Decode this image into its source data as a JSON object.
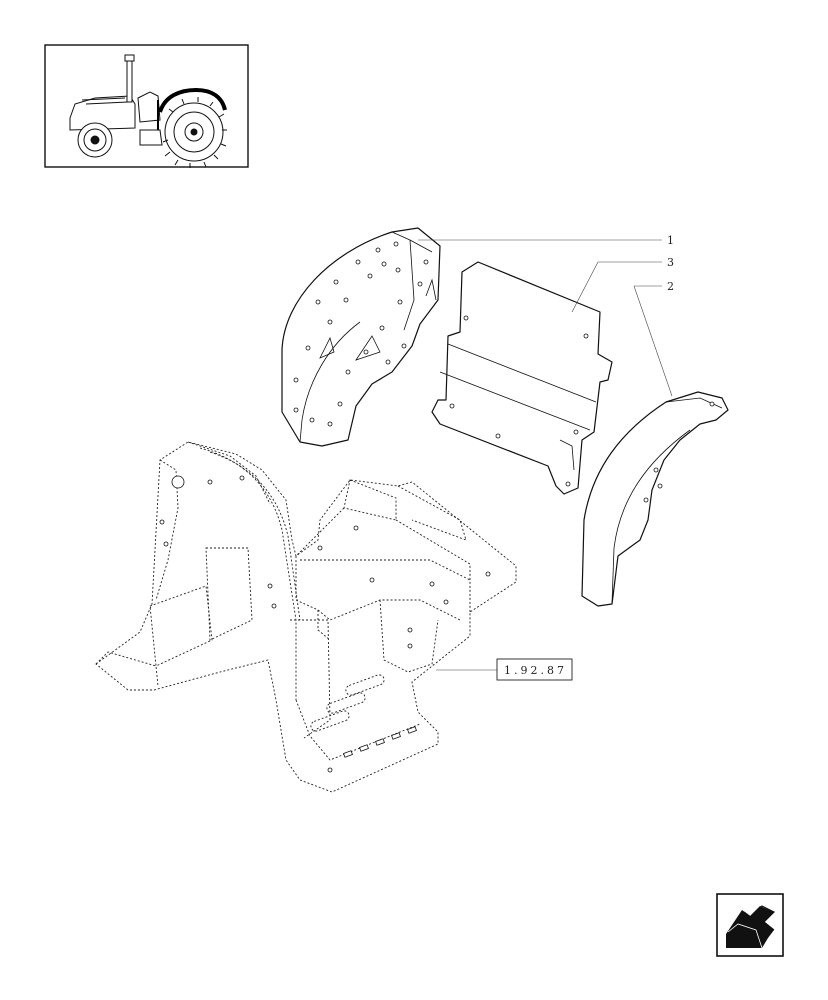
{
  "callouts": [
    {
      "id": "1",
      "label": "1"
    },
    {
      "id": "3",
      "label": "3"
    },
    {
      "id": "2",
      "label": "2"
    }
  ],
  "reference": {
    "label": "1.92.87"
  },
  "icons": {
    "thumbnail": "tractor-thumbnail-icon",
    "nav": "back-arrow-icon"
  }
}
